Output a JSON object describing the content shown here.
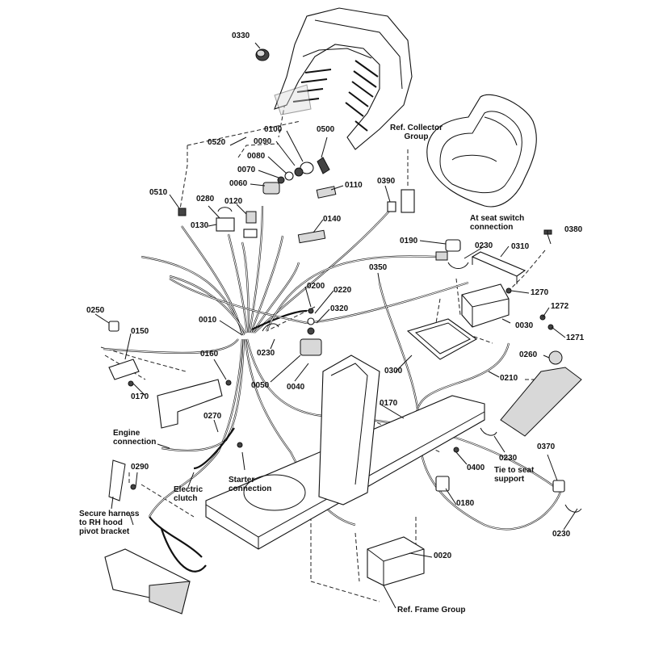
{
  "part_labels": {
    "p0330": "0330",
    "p0520": "0520",
    "p0100": "0100",
    "p0090": "0090",
    "p0080": "0080",
    "p0070": "0070",
    "p0060": "0060",
    "p0500": "0500",
    "p0110": "0110",
    "p0510": "0510",
    "p0280": "0280",
    "p0120": "0120",
    "p0130": "0130",
    "p0140": "0140",
    "p0390": "0390",
    "p0380": "0380",
    "p0190": "0190",
    "p0230a": "0230",
    "p0310": "0310",
    "p0350": "0350",
    "p0200": "0200",
    "p0220": "0220",
    "p0320": "0320",
    "p1270": "1270",
    "p1272": "1272",
    "p0030": "0030",
    "p1271": "1271",
    "p0250": "0250",
    "p0010": "0010",
    "p0150": "0150",
    "p0230b": "0230",
    "p0260": "0260",
    "p0160": "0160",
    "p0300": "0300",
    "p0170a": "0170",
    "p0050": "0050",
    "p0040": "0040",
    "p0210": "0210",
    "p0170b": "0170",
    "p0270": "0270",
    "p0230c": "0230",
    "p0370": "0370",
    "p0290": "0290",
    "p0400": "0400",
    "p0180": "0180",
    "p0230d": "0230",
    "p0020": "0020"
  },
  "notes": {
    "ref_collector": [
      "Ref. Collector",
      "Group"
    ],
    "seat_switch": [
      "At seat switch",
      "connection"
    ],
    "engine_connection": [
      "Engine",
      "connection"
    ],
    "starter_connection": [
      "Starter",
      "connection"
    ],
    "electric_clutch": [
      "Electric",
      "clutch"
    ],
    "tie_to_seat": [
      "Tie to seat",
      "support"
    ],
    "secure_harness": [
      "Secure harness",
      "to RH hood",
      "pivot bracket"
    ],
    "ref_frame": "Ref. Frame Group"
  }
}
